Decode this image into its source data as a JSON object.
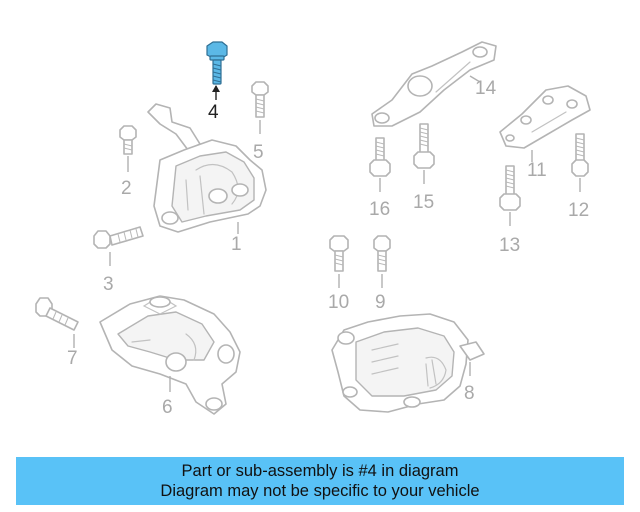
{
  "diagram": {
    "callouts": {
      "c1": "1",
      "c2": "2",
      "c3": "3",
      "c4": "4",
      "c5": "5",
      "c6": "6",
      "c7": "7",
      "c8": "8",
      "c9": "9",
      "c10": "10",
      "c11": "11",
      "c12": "12",
      "c13": "13",
      "c14": "14",
      "c15": "15",
      "c16": "16"
    },
    "highlighted_part": "4",
    "highlight_color": "#5bb8e6",
    "line_color": "#b4b4b4"
  },
  "banner": {
    "line1": "Part or sub-assembly is #4 in diagram",
    "line2": "Diagram may not be specific to your vehicle",
    "background": "#59c2f7"
  }
}
